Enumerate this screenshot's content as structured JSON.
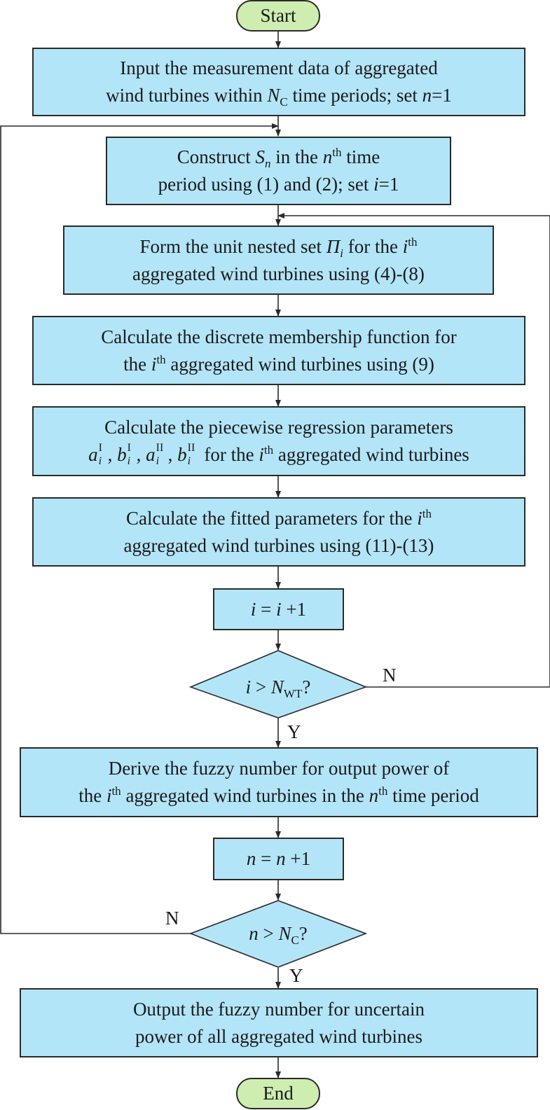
{
  "flowchart": {
    "start": "Start",
    "end": "End",
    "step1": {
      "l1": "Input the measurement data of aggregated",
      "l2a": "wind turbines within ",
      "nc_n": "N",
      "nc_c": "C",
      "l2b": " time periods; set ",
      "n": "n",
      "eq1": "=1"
    },
    "step2": {
      "a": "Construct ",
      "S": "S",
      "sub_n": "n",
      "b": " in the ",
      "n": "n",
      "th": "th",
      "c": " time",
      "l2a": "period using (1) and (2); set ",
      "i": "i",
      "eq1": "=1"
    },
    "step3": {
      "a": "Form the unit nested set ",
      "Pi": "Π",
      "sub_i": "i",
      "b": " for the ",
      "i": "i",
      "th": "th",
      "l2": "aggregated wind turbines using (4)-(8)"
    },
    "step4": {
      "l1": "Calculate the discrete membership function for",
      "a": "the ",
      "i": "i",
      "th": "th",
      "b": " aggregated wind turbines using (9)"
    },
    "step5": {
      "l1": "Calculate the piecewise regression parameters",
      "a": "a",
      "b": "b",
      "I": "I",
      "II": "II",
      "i": "i",
      "comma": ", ",
      "for": " for the ",
      "th": "th",
      "rest": " aggregated wind turbines"
    },
    "step6": {
      "a": "Calculate the fitted parameters for the ",
      "i": "i",
      "th": "th",
      "l2": "aggregated wind turbines using (11)-(13)"
    },
    "step7": {
      "i": "i",
      "eq": " = ",
      "plus": " +1"
    },
    "decision1": {
      "i": "i",
      "gt": " > ",
      "N": "N",
      "WT": "WT",
      "q": "?",
      "yes": "Y",
      "no": "N"
    },
    "step8": {
      "l1": "Derive the fuzzy number for output power of",
      "a": "the ",
      "i": "i",
      "th": "th",
      "b": " aggregated wind turbines in the ",
      "n": "n",
      "c": " time period"
    },
    "step9": {
      "n": "n",
      "eq": " = ",
      "plus": " +1"
    },
    "decision2": {
      "n": "n",
      "gt": " > ",
      "N": "N",
      "C": "C",
      "q": "?",
      "yes": "Y",
      "no": "N"
    },
    "step10": {
      "l1": "Output the fuzzy number for uncertain",
      "l2": "power of all aggregated wind turbines"
    }
  },
  "colors": {
    "process_fill": "#b3e5f8",
    "terminal_fill": "#cdeeb0",
    "stroke": "#2a2a2a"
  }
}
